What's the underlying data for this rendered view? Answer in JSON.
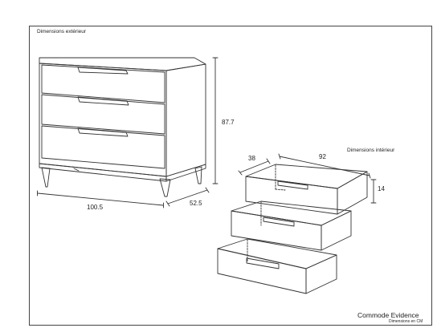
{
  "exterior": {
    "title": "Dimensions extérieur",
    "height": "87.7",
    "width": "100.5",
    "depth": "52.5"
  },
  "interior": {
    "title": "Dimensions intérieur",
    "depth": "38",
    "width": "92",
    "height": "14"
  },
  "product": {
    "name": "Commode Evidence",
    "unit_note": "Dimensions en CM"
  }
}
